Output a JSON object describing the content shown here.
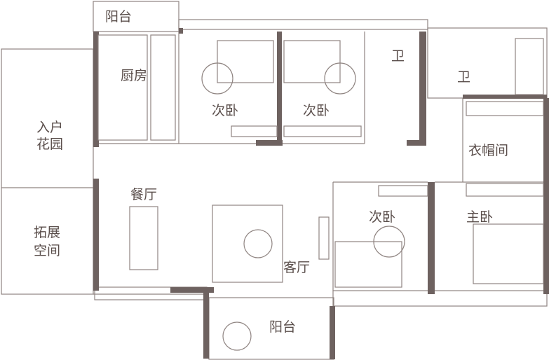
{
  "rooms": {
    "balcony_top": "阳台",
    "kitchen": "厨房",
    "bedroom_2a": "次卧",
    "bedroom_2b": "次卧",
    "bath_1": "卫",
    "bath_2": "卫",
    "entry_garden_line1": "入户",
    "entry_garden_line2": "花园",
    "closet": "衣帽间",
    "dining": "餐厅",
    "bedroom_2c": "次卧",
    "master_bedroom": "主卧",
    "extension_line1": "拓展",
    "extension_line2": "空间",
    "living": "客厅",
    "balcony_bottom": "阳台"
  },
  "colors": {
    "wall": "#6e6260",
    "line": "#8f8481",
    "text": "#5a4e4b"
  }
}
